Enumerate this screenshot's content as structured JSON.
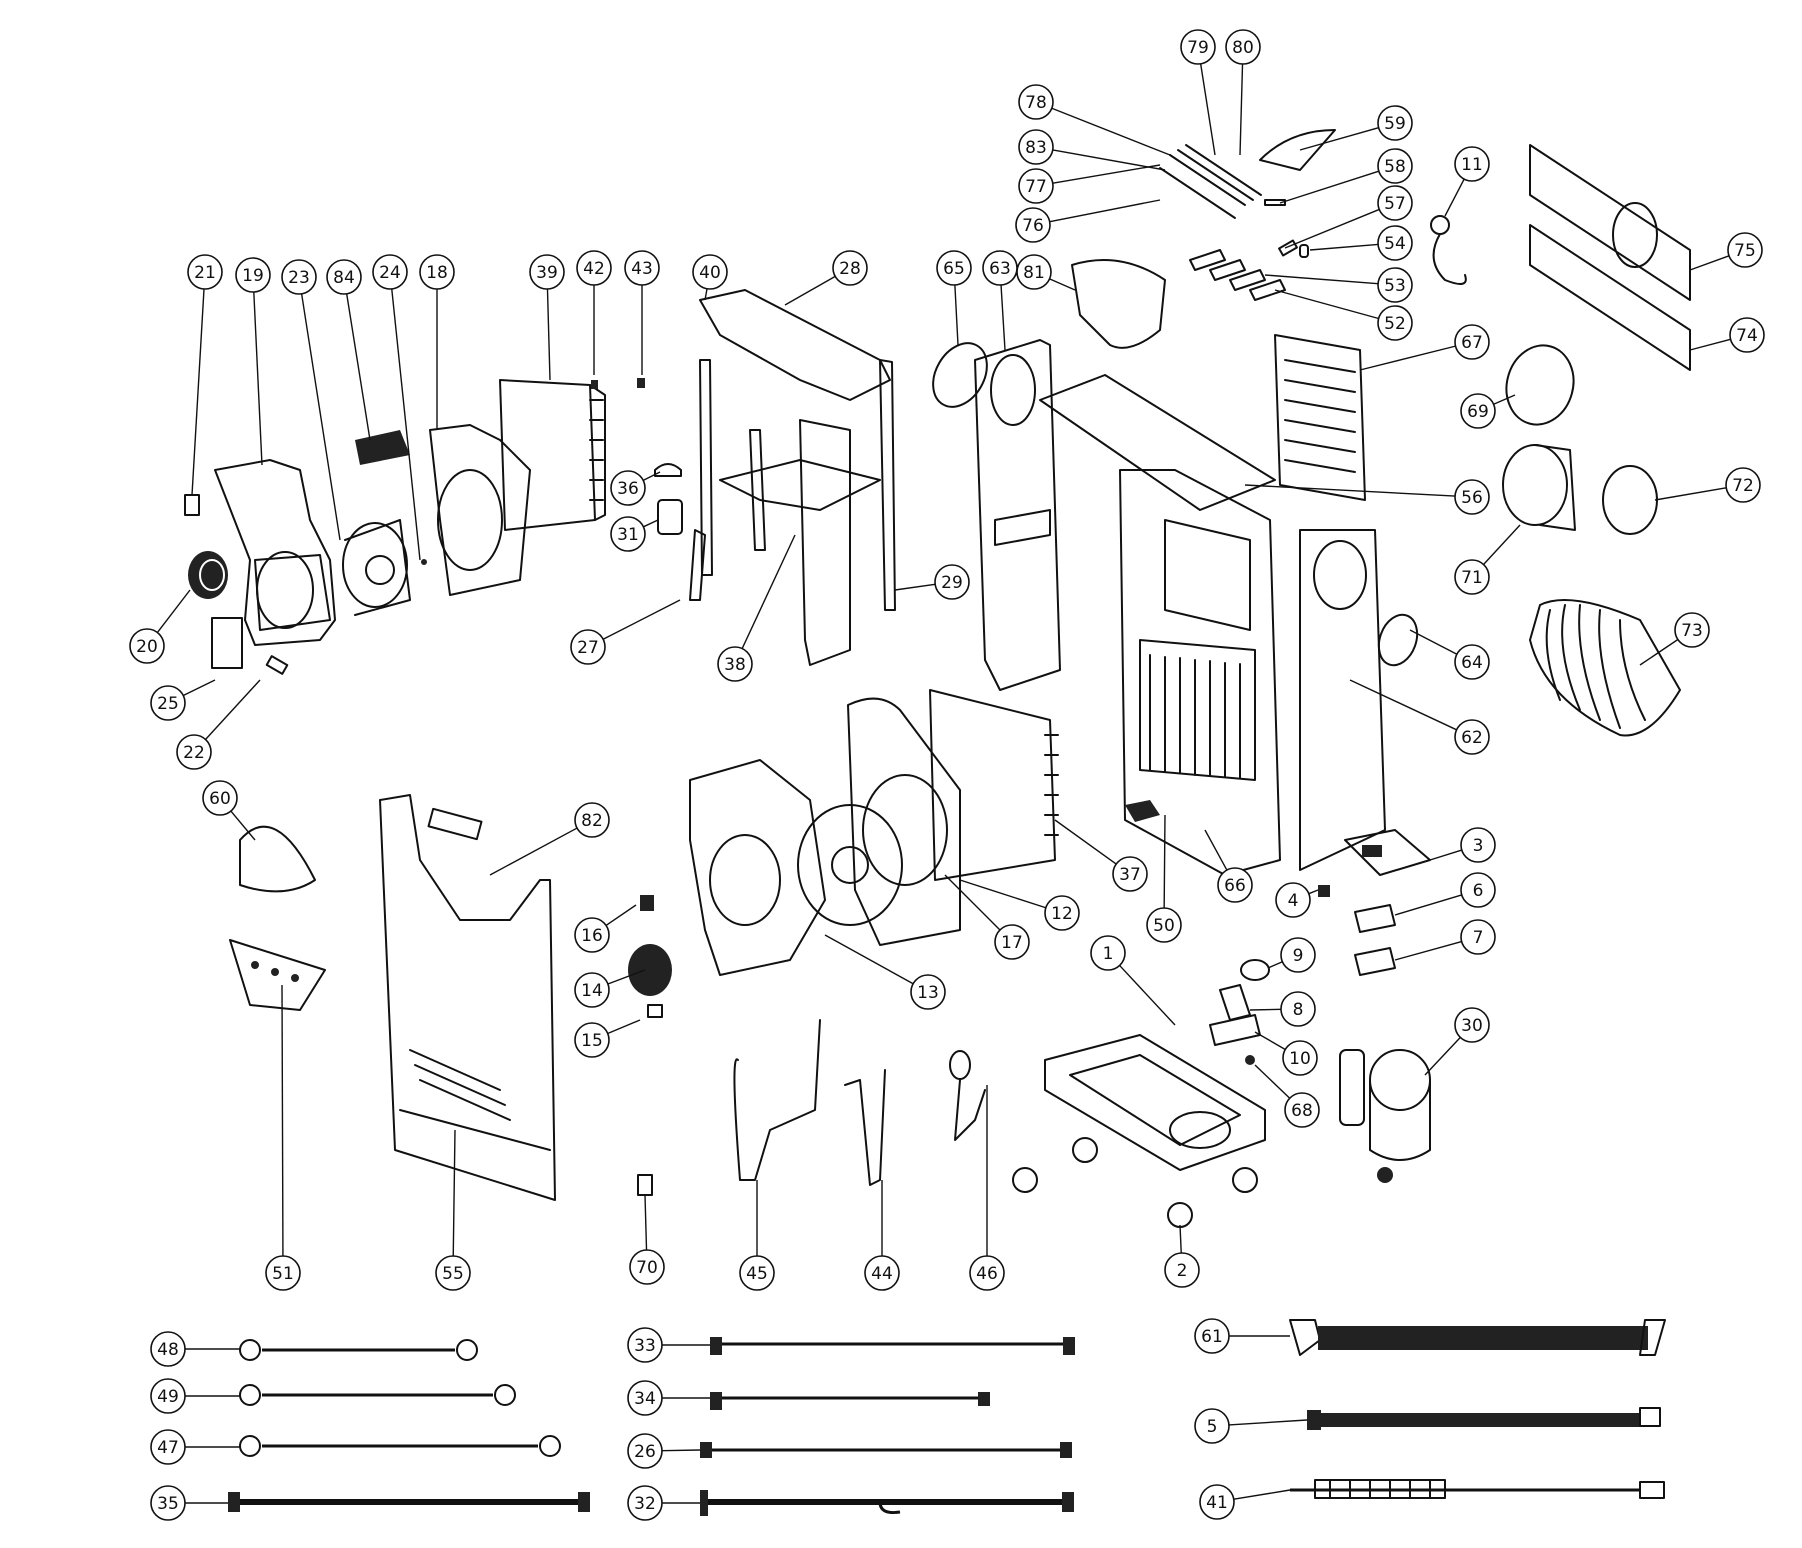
{
  "diagram": {
    "callouts": [
      "1",
      "2",
      "3",
      "4",
      "5",
      "6",
      "7",
      "8",
      "9",
      "10",
      "11",
      "12",
      "13",
      "14",
      "15",
      "16",
      "17",
      "18",
      "19",
      "20",
      "21",
      "22",
      "23",
      "24",
      "25",
      "26",
      "27",
      "28",
      "29",
      "30",
      "31",
      "32",
      "33",
      "34",
      "35",
      "36",
      "37",
      "38",
      "39",
      "40",
      "41",
      "42",
      "43",
      "44",
      "45",
      "46",
      "47",
      "48",
      "49",
      "50",
      "51",
      "52",
      "53",
      "54",
      "55",
      "56",
      "57",
      "58",
      "59",
      "60",
      "61",
      "62",
      "63",
      "64",
      "65",
      "66",
      "67",
      "68",
      "69",
      "70",
      "71",
      "72",
      "73",
      "74",
      "75",
      "76",
      "77",
      "78",
      "79",
      "80",
      "81",
      "82",
      "83",
      "84"
    ]
  }
}
